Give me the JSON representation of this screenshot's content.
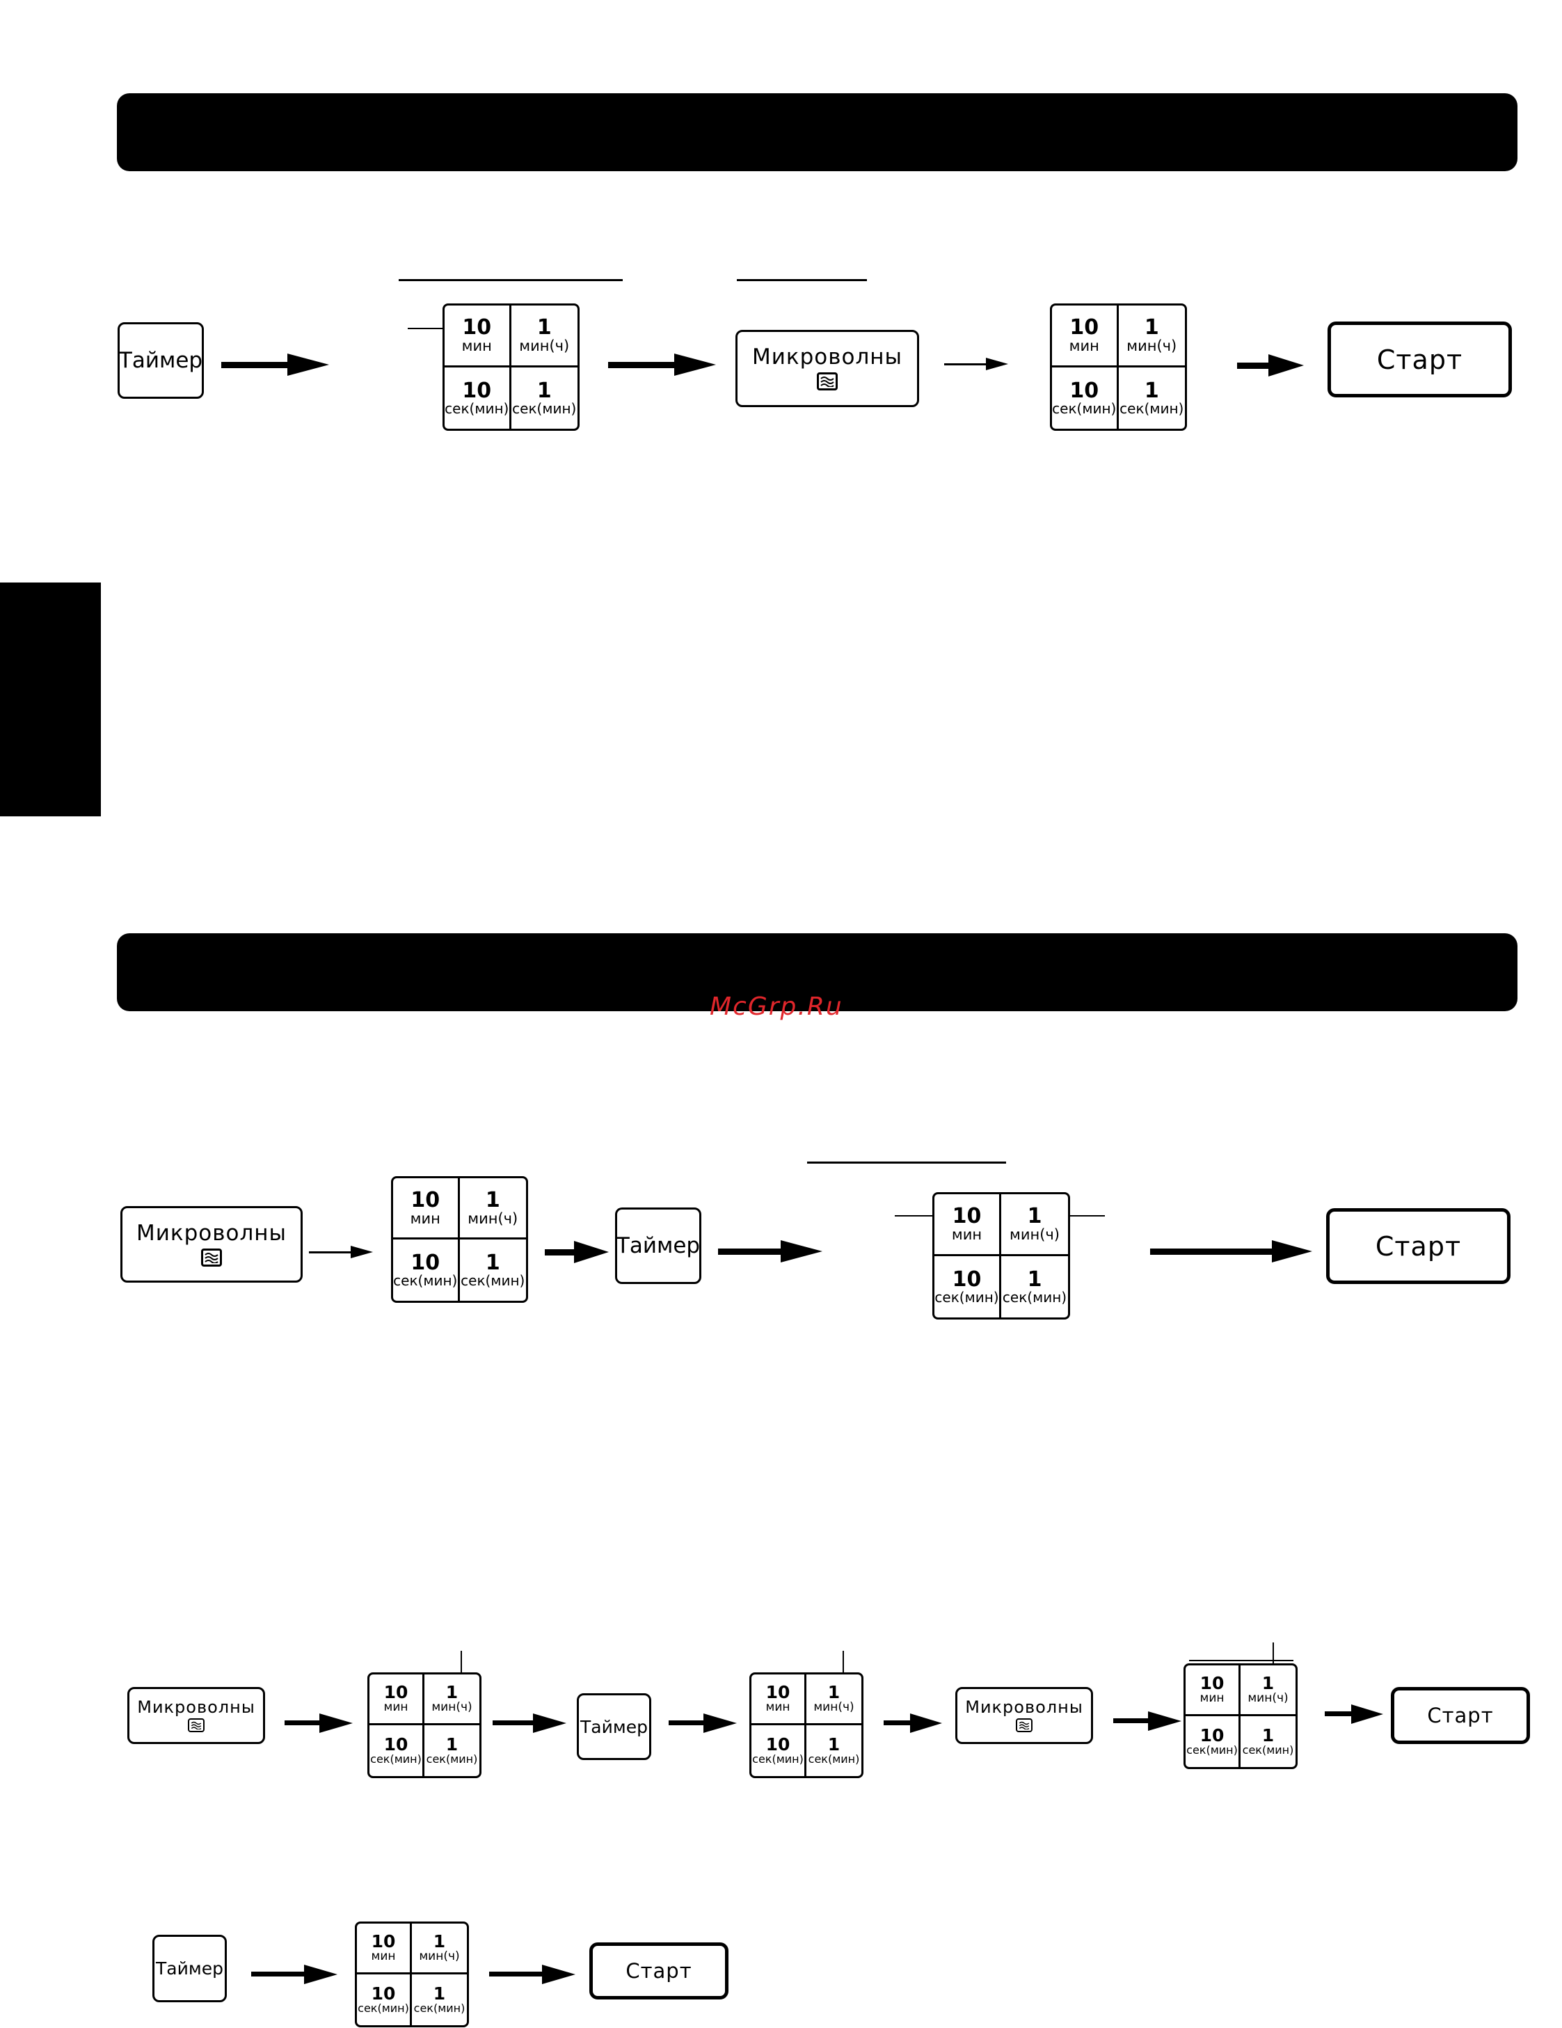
{
  "buttons": {
    "timer": "Таймер",
    "microwave": "Микроволны",
    "start": "Старт"
  },
  "time_pad": {
    "ten_min": {
      "num": "10",
      "unit": "мин"
    },
    "one_min_hour": {
      "num": "1",
      "unit": "мин(ч)"
    },
    "ten_sec_min": {
      "num": "10",
      "unit": "сек(мин)"
    },
    "one_sec_min": {
      "num": "1",
      "unit": "сек(мин)"
    }
  },
  "icons": {
    "microwave_symbol": "microwave-wave-icon",
    "flow_arrow": "arrow-right-icon"
  },
  "watermark": "McGrp.Ru",
  "colors": {
    "ink": "#000000",
    "paper": "#ffffff",
    "watermark": "#e0262b"
  }
}
